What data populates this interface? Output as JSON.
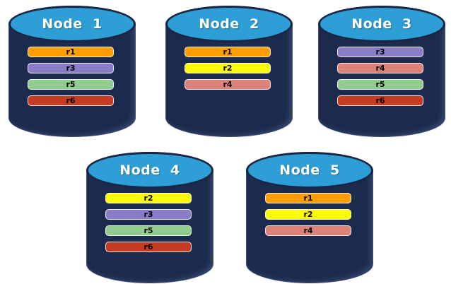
{
  "diagram": {
    "background": "#FFFFFF",
    "cylinder_body_color": "#1C2A4D",
    "cylinder_top_color": "#2E9FD6",
    "cylinder_border_color": "#1A2744",
    "node_label_color": "#FFFFFF",
    "row_label_color": "#000000"
  },
  "row_colors": {
    "r1": "#FF9E00",
    "r2": "#FCFC00",
    "r3": "#8B7CC8",
    "r4": "#DC8278",
    "r5": "#92CB8E",
    "r6": "#C63C23"
  },
  "nodes": [
    {
      "label": "Node  1",
      "rows": [
        {
          "label": "r1",
          "color": "#FF9E00"
        },
        {
          "label": "r3",
          "color": "#8B7CC8"
        },
        {
          "label": "r5",
          "color": "#92CB8E"
        },
        {
          "label": "r6",
          "color": "#C63C23"
        }
      ]
    },
    {
      "label": "Node  2",
      "rows": [
        {
          "label": "r1",
          "color": "#FF9E00"
        },
        {
          "label": "r2",
          "color": "#FCFC00"
        },
        {
          "label": "r4",
          "color": "#DC8278"
        }
      ]
    },
    {
      "label": "Node  3",
      "rows": [
        {
          "label": "r3",
          "color": "#8B7CC8"
        },
        {
          "label": "r4",
          "color": "#DC8278"
        },
        {
          "label": "r5",
          "color": "#92CB8E"
        },
        {
          "label": "r6",
          "color": "#C63C23"
        }
      ]
    },
    {
      "label": "Node  4",
      "rows": [
        {
          "label": "r2",
          "color": "#FCFC00"
        },
        {
          "label": "r3",
          "color": "#8B7CC8"
        },
        {
          "label": "r5",
          "color": "#92CB8E"
        },
        {
          "label": "r6",
          "color": "#C63C23"
        }
      ]
    },
    {
      "label": "Node  5",
      "rows": [
        {
          "label": "r1",
          "color": "#FF9E00"
        },
        {
          "label": "r2",
          "color": "#FCFC00"
        },
        {
          "label": "r4",
          "color": "#DC8278"
        }
      ]
    }
  ]
}
